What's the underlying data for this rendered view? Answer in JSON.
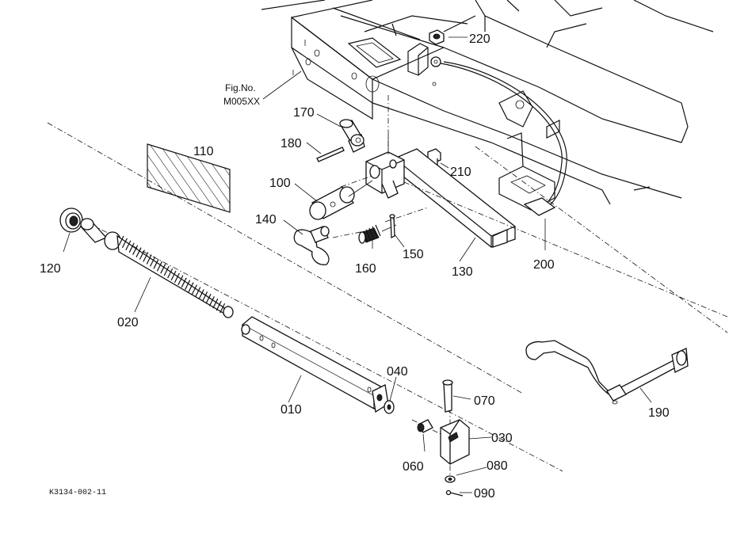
{
  "figure_ref": {
    "line1": "Fig.No.",
    "line2": "M005XX"
  },
  "drawing_id": "K3134-002-11",
  "labels": {
    "p010": "010",
    "p020": "020",
    "p030": "030",
    "p040": "040",
    "p060": "060",
    "p070": "070",
    "p080": "080",
    "p090": "090",
    "p100": "100",
    "p110": "110",
    "p120": "120",
    "p130": "130",
    "p140": "140",
    "p150": "150",
    "p160": "160",
    "p170": "170",
    "p180": "180",
    "p190": "190",
    "p200": "200",
    "p210": "210",
    "p220": "220"
  }
}
